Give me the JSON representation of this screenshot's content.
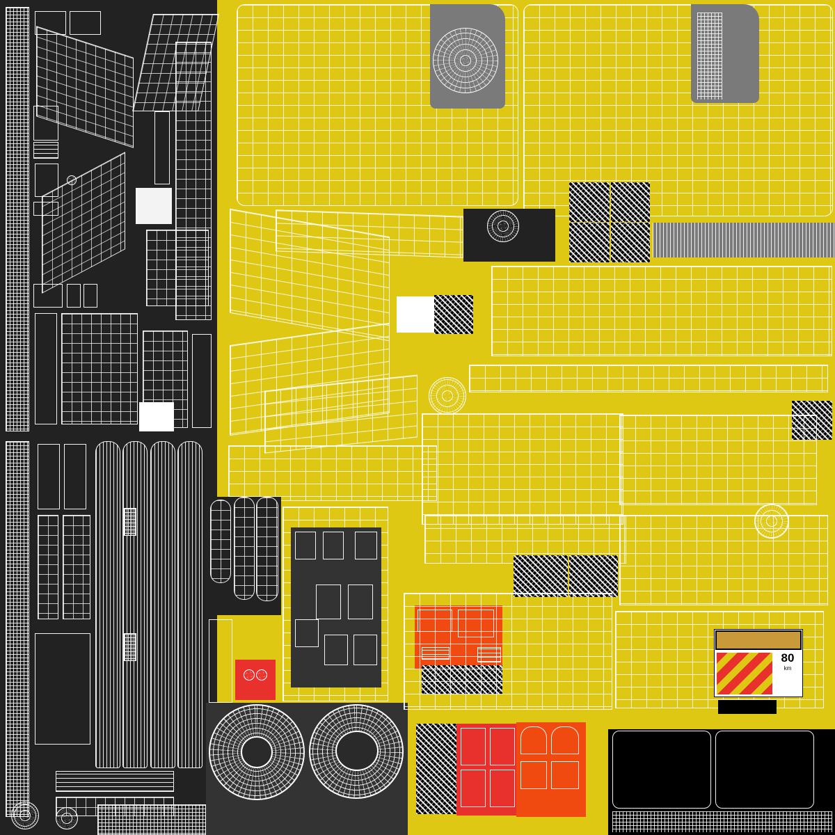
{
  "atlas": {
    "colors": {
      "dark": "#222222",
      "darker": "#111111",
      "yellow": "#dfc814",
      "gray": "#7a7a7a",
      "orange": "#f04a10",
      "red": "#e8312c",
      "black": "#000000",
      "wire": "#ffffff",
      "tan": "#c89a3a"
    },
    "regions": [
      "left-dark-column",
      "top-left-dark-panel",
      "bottom-left-dark-panel",
      "main-yellow-field",
      "cab-front-left-island",
      "cab-front-right-island",
      "tire-panel",
      "red-orange-decal-top",
      "red-orange-decal-bottom",
      "black-panel-bottom-right",
      "marker-sign"
    ],
    "sign": {
      "number": "80",
      "unit": "km"
    },
    "icons": [
      "wheel-hub-icon",
      "tire-tread-icon",
      "hazard-chevron-icon"
    ]
  }
}
